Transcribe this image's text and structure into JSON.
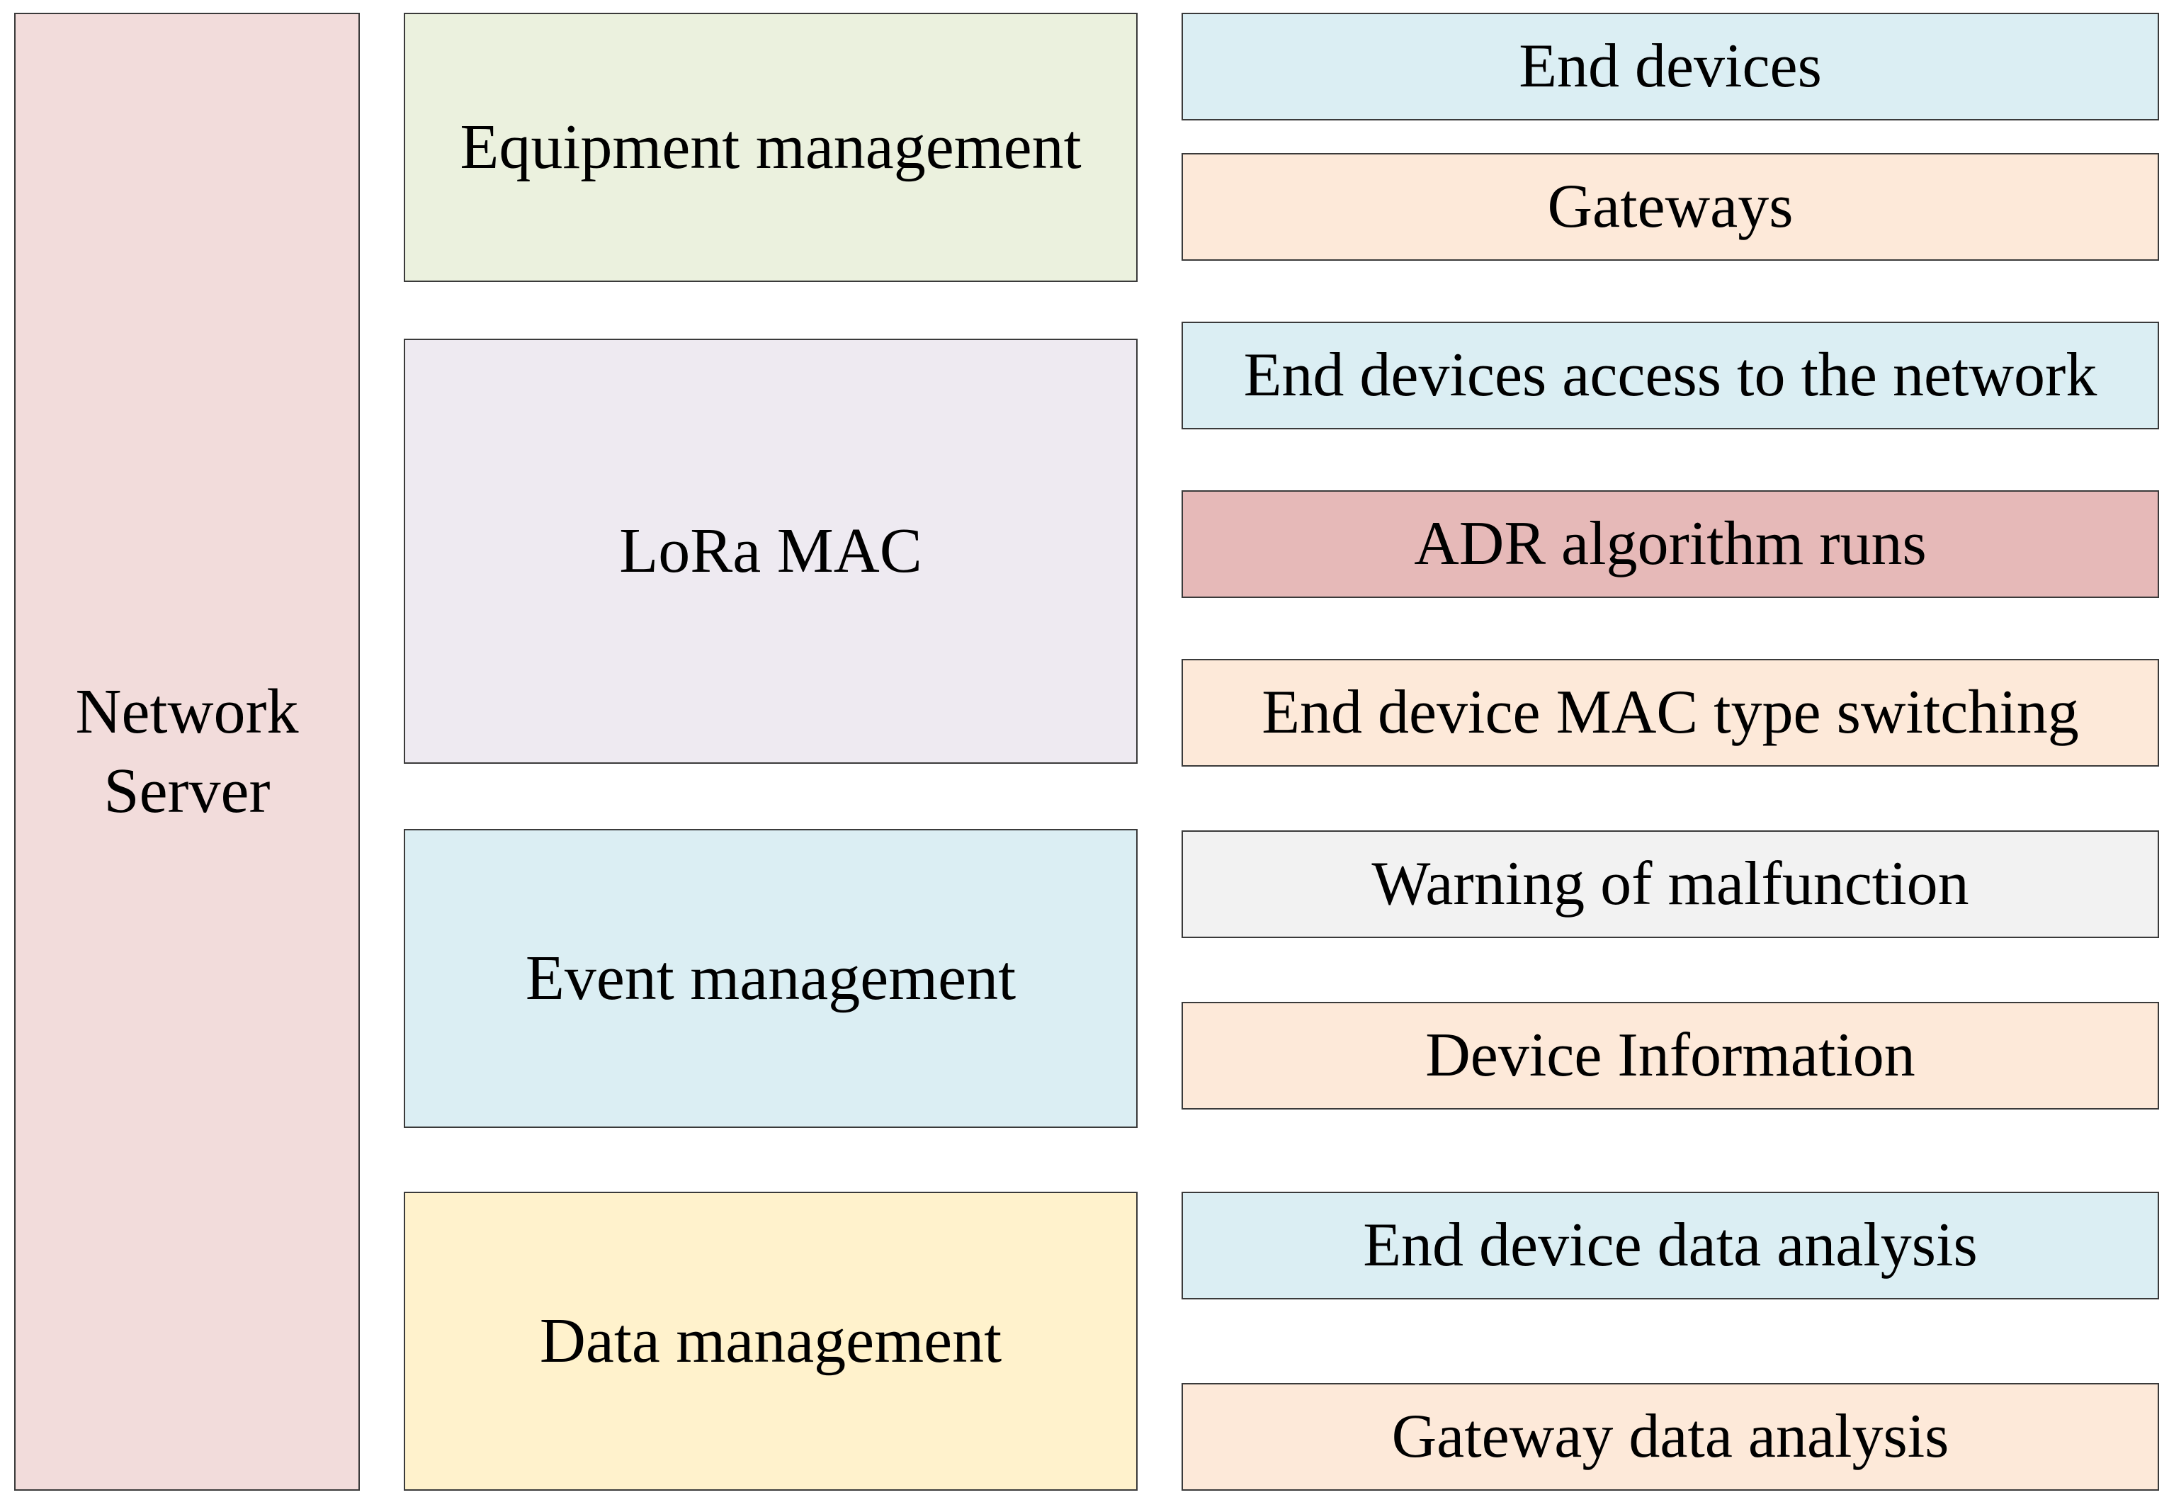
{
  "root": {
    "label": "Network Server",
    "color": "#f2dcdb"
  },
  "groups": [
    {
      "label": "Equipment management",
      "color": "#ebf1de",
      "items": [
        {
          "label": "End devices",
          "color": "#dbeef3"
        },
        {
          "label": "Gateways",
          "color": "#fde9d9"
        }
      ]
    },
    {
      "label": "LoRa MAC",
      "color": "#eeeaf1",
      "items": [
        {
          "label": "End devices access to the network",
          "color": "#dbeef3"
        },
        {
          "label": "ADR algorithm runs",
          "color": "#e6b9b8"
        },
        {
          "label": "End device MAC type switching",
          "color": "#fde9d9"
        }
      ]
    },
    {
      "label": "Event management",
      "color": "#dbeef3",
      "items": [
        {
          "label": "Warning of malfunction",
          "color": "#f2f2f2"
        },
        {
          "label": "Device Information",
          "color": "#fde9d9"
        }
      ]
    },
    {
      "label": "Data management",
      "color": "#fff2cc",
      "items": [
        {
          "label": "End device data analysis",
          "color": "#dbeef3"
        },
        {
          "label": "Gateway data analysis",
          "color": "#fde9d9"
        }
      ]
    }
  ]
}
